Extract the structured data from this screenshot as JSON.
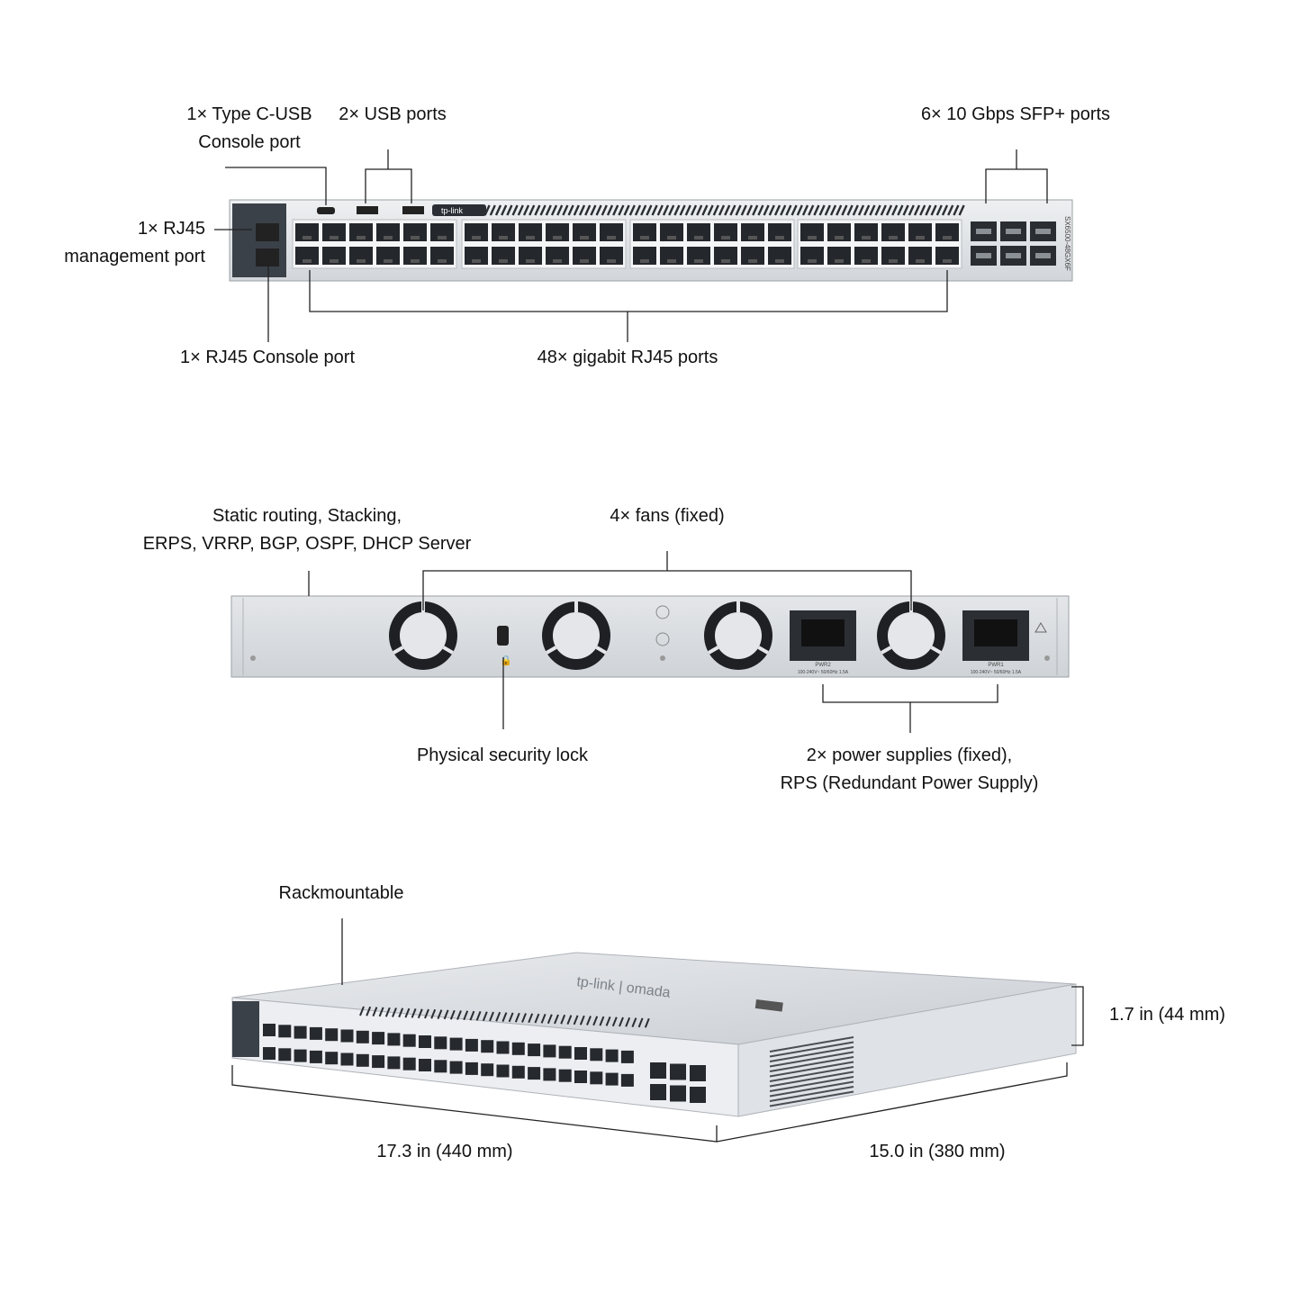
{
  "front_panel": {
    "callouts": {
      "type_c_console": [
        "1× Type C-USB",
        "Console port"
      ],
      "usb_ports": "2× USB ports",
      "sfp_ports": "6× 10 Gbps SFP+ ports",
      "rj45_management": [
        "1× RJ45",
        "management port"
      ],
      "rj45_console": "1× RJ45 Console port",
      "gigabit_ports": "48× gigabit RJ45 ports"
    },
    "brand": "tp-link",
    "model": "SX6500-48GX6F"
  },
  "rear_panel": {
    "callouts": {
      "features": [
        "Static routing, Stacking,",
        "ERPS, VRRP, BGP, OSPF, DHCP Server"
      ],
      "fans": "4× fans (fixed)",
      "lock": "Physical security lock",
      "power": [
        "2× power supplies (fixed),",
        "RPS (Redundant Power Supply)"
      ]
    },
    "psu_labels": {
      "pwr2": [
        "PWR2",
        "100-240V~ 50/60Hz 1.5A"
      ],
      "pwr1": [
        "PWR1",
        "100-240V~ 50/60Hz 1.5A"
      ]
    }
  },
  "dimensions_view": {
    "callouts": {
      "rack": "Rackmountable",
      "height": "1.7 in (44 mm)",
      "width": "17.3 in (440 mm)",
      "depth": "15.0 in (380 mm)"
    },
    "top_logo": "tp-link | omada"
  },
  "icons": {
    "fan": "fan-icon",
    "lock": "lock-icon",
    "warning": "warning-icon",
    "ground": "ground-icon"
  }
}
